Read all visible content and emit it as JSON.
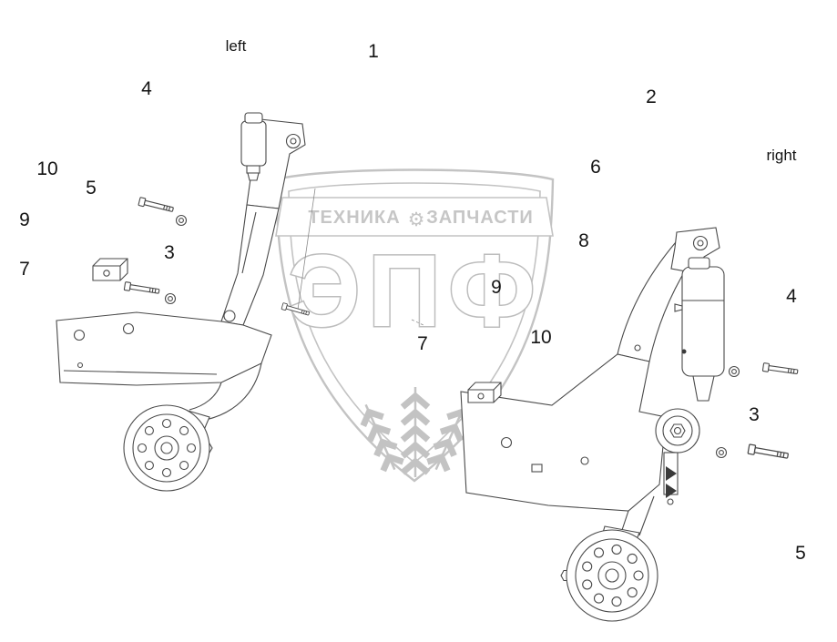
{
  "diagram": {
    "side_labels": {
      "left": "left",
      "right": "right"
    },
    "callouts": [
      {
        "label": "1"
      },
      {
        "label": "4"
      },
      {
        "label": "2"
      },
      {
        "label": "10"
      },
      {
        "label": "6"
      },
      {
        "label": "5"
      },
      {
        "label": "9"
      },
      {
        "label": "8"
      },
      {
        "label": "3"
      },
      {
        "label": "7"
      },
      {
        "label": "9"
      },
      {
        "label": "4"
      },
      {
        "label": "10"
      },
      {
        "label": "7"
      },
      {
        "label": "3"
      },
      {
        "label": "5"
      }
    ],
    "line_color": "#4a4a4a"
  },
  "watermark": {
    "banner_left": "ТЕХНИКА",
    "banner_right": "ЗАПЧАСТИ",
    "gear_icon": "⚙",
    "brand": "ЭПФ",
    "color": "#c3c3c3"
  }
}
